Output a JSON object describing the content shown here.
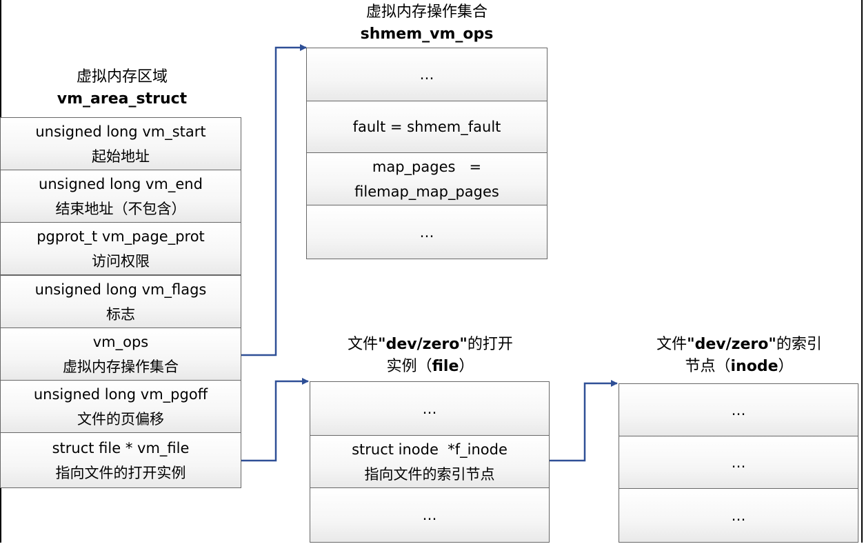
{
  "vma": {
    "title": "虚拟内存区域",
    "subtitle": "vm_area_struct",
    "fields": [
      {
        "line1": "unsigned long vm_start",
        "line2": "起始地址"
      },
      {
        "line1": "unsigned long vm_end",
        "line2": "结束地址（不包含）"
      },
      {
        "line1": "pgprot_t vm_page_prot",
        "line2": "访问权限"
      },
      {
        "line1": "unsigned long vm_flags",
        "line2": "标志"
      },
      {
        "line1": "vm_ops",
        "line2": "虚拟内存操作集合"
      },
      {
        "line1": "unsigned long vm_pgoff",
        "line2": "文件的页偏移"
      },
      {
        "line1": "struct file * vm_file",
        "line2": "指向文件的打开实例"
      }
    ]
  },
  "ops": {
    "title": "虚拟内存操作集合",
    "subtitle": "shmem_vm_ops",
    "fields": [
      {
        "line1": "…",
        "line2": ""
      },
      {
        "line1": "fault = shmem_fault",
        "line2": ""
      },
      {
        "line1": "map_pages   =",
        "line2": "filemap_map_pages"
      },
      {
        "line1": "…",
        "line2": ""
      }
    ]
  },
  "file": {
    "title_prefix": "文件",
    "title_bold": "\"dev/zero\"",
    "title_suffix": "的打开",
    "title_line2_prefix": "实例（",
    "title_line2_bold": "file",
    "title_line2_suffix": "）",
    "fields": [
      {
        "line1": "…",
        "line2": ""
      },
      {
        "line1": "struct inode  *f_inode",
        "line2": "指向文件的索引节点"
      },
      {
        "line1": "…",
        "line2": ""
      }
    ]
  },
  "inode": {
    "title_prefix": "文件",
    "title_bold": "\"dev/zero\"",
    "title_suffix": "的索引",
    "title_line2_prefix": "节点（",
    "title_line2_bold": "inode",
    "title_line2_suffix": "）",
    "fields": [
      {
        "line1": "…",
        "line2": ""
      },
      {
        "line1": "…",
        "line2": ""
      },
      {
        "line1": "…",
        "line2": ""
      }
    ]
  },
  "colors": {
    "arrow": "#2e4f96",
    "border": "#666666"
  }
}
